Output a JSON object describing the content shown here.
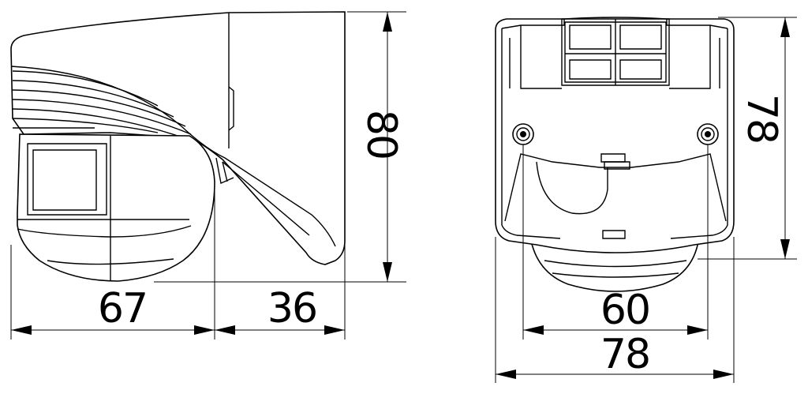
{
  "dimensions": {
    "side_width_front": "67",
    "side_width_back": "36",
    "side_height": "80",
    "front_height": "78",
    "front_hole_spacing": "60",
    "front_width": "78"
  }
}
